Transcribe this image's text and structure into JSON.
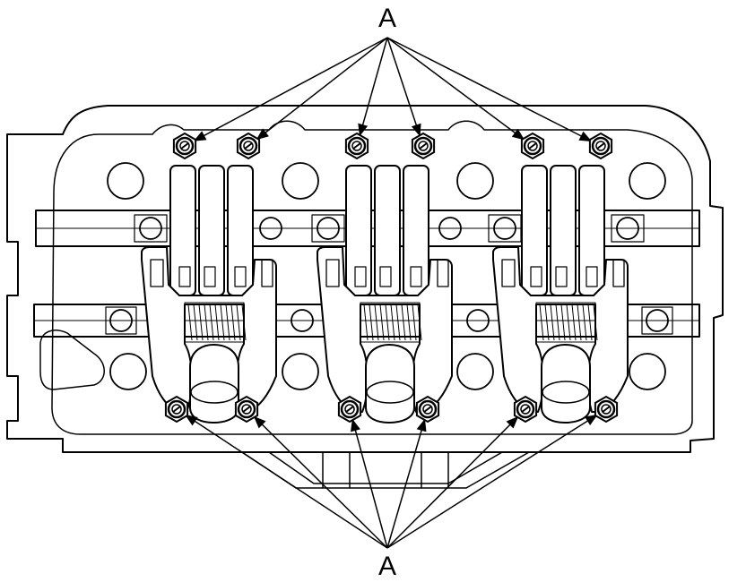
{
  "labels": {
    "top": "A",
    "bottom": "A"
  },
  "colors": {
    "stroke": "#000000",
    "background": "#ffffff"
  },
  "parts": {
    "bolt_count": 12,
    "bolt_icon": "bolt-icon"
  }
}
